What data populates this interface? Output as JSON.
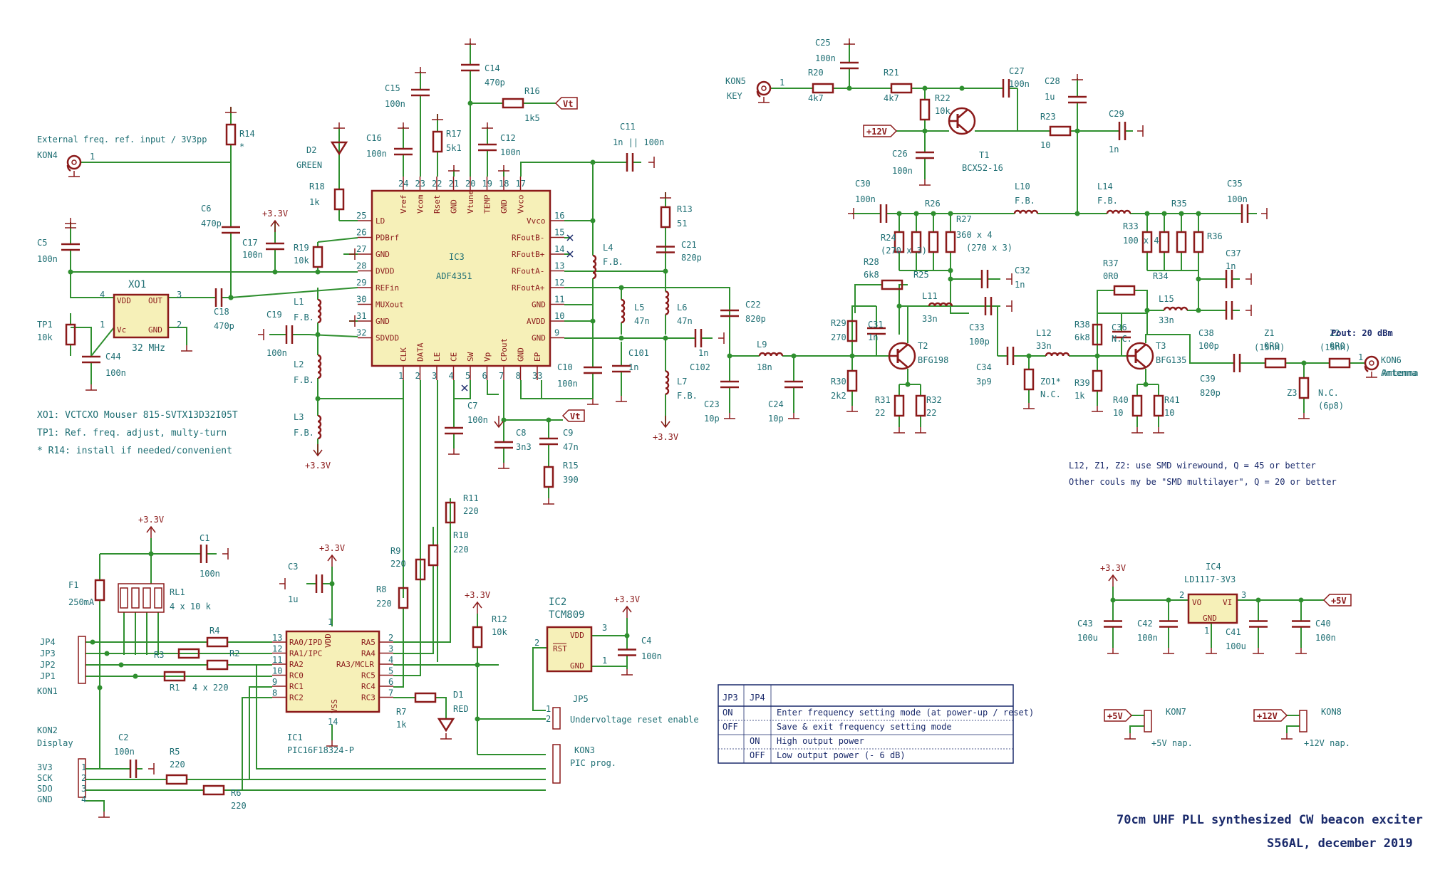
{
  "title": {
    "line1": "70cm UHF PLL synthesized CW beacon exciter",
    "line2": "S56AL, december 2019"
  },
  "notes": {
    "ext_ref": "External freq. ref. input / 3V3pp",
    "xo1": "XO1: VCTCXO Mouser 815-SVTX13D32I05T",
    "tp1": "TP1: Ref. freq. adjust, multy-turn",
    "r14": "* R14: install if needed/convenient",
    "l12": "L12, Z1, Z2: use SMD wirewound, Q = 45 or better",
    "other": "Other couls my be \"SMD multilayer\", Q = 20 or better",
    "pout": "Pout: 20 dBm",
    "nap5": "+5V nap.",
    "nap12": "+12V nap.",
    "undervolt": "Undervoltage reset enable",
    "picprog": "PIC prog.",
    "antenna": "Antenna",
    "key": "KEY",
    "display": "Display"
  },
  "ic3": {
    "ref": "IC3",
    "name": "ADF4351",
    "top_pins": [
      {
        "n": "24",
        "l": "Vref"
      },
      {
        "n": "23",
        "l": "Vcom"
      },
      {
        "n": "22",
        "l": "Rset"
      },
      {
        "n": "21",
        "l": "GND"
      },
      {
        "n": "20",
        "l": "Vtune"
      },
      {
        "n": "19",
        "l": "TEMP"
      },
      {
        "n": "18",
        "l": "GND"
      },
      {
        "n": "17",
        "l": "Vvco"
      }
    ],
    "left_pins": [
      {
        "n": "25",
        "l": "LD"
      },
      {
        "n": "26",
        "l": "PDBrf"
      },
      {
        "n": "27",
        "l": "GND"
      },
      {
        "n": "28",
        "l": "DVDD"
      },
      {
        "n": "29",
        "l": "REFin"
      },
      {
        "n": "30",
        "l": "MUXout"
      },
      {
        "n": "31",
        "l": "GND"
      },
      {
        "n": "32",
        "l": "SDVDD"
      }
    ],
    "right_pins": [
      {
        "n": "16",
        "l": "Vvco"
      },
      {
        "n": "15",
        "l": "RFoutB-"
      },
      {
        "n": "14",
        "l": "RFoutB+"
      },
      {
        "n": "13",
        "l": "RFoutA-"
      },
      {
        "n": "12",
        "l": "RFoutA+"
      },
      {
        "n": "11",
        "l": "GND"
      },
      {
        "n": "10",
        "l": "AVDD"
      },
      {
        "n": "9",
        "l": "GND"
      }
    ],
    "bottom_pins": [
      {
        "n": "1",
        "l": "CLK"
      },
      {
        "n": "2",
        "l": "DATA"
      },
      {
        "n": "3",
        "l": "LE"
      },
      {
        "n": "4",
        "l": "CE"
      },
      {
        "n": "5",
        "l": "SW"
      },
      {
        "n": "6",
        "l": "Vp"
      },
      {
        "n": "7",
        "l": "CPout"
      },
      {
        "n": "8",
        "l": "GND"
      },
      {
        "n": "33",
        "l": "EP"
      }
    ]
  },
  "ic1": {
    "ref": "IC1",
    "name": "PIC16F18324-P",
    "left_pins": [
      {
        "n": "13",
        "l": "RA0/IPD"
      },
      {
        "n": "12",
        "l": "RA1/IPC"
      },
      {
        "n": "11",
        "l": "RA2"
      },
      {
        "n": "10",
        "l": "RC0"
      },
      {
        "n": "9",
        "l": "RC1"
      },
      {
        "n": "8",
        "l": "RC2"
      }
    ],
    "right_pins": [
      {
        "n": "2",
        "l": "RA5"
      },
      {
        "n": "3",
        "l": "RA4"
      },
      {
        "n": "4",
        "l": "RA3/MCLR"
      },
      {
        "n": "5",
        "l": "RC5"
      },
      {
        "n": "6",
        "l": "RC4"
      },
      {
        "n": "7",
        "l": "RC3"
      }
    ],
    "vdd": "VDD",
    "vss": "VSS",
    "vdd_n": "1",
    "vss_n": "14"
  },
  "ic2": {
    "ref": "IC2",
    "name": "TCM809",
    "vdd": "VDD",
    "rst": "RST",
    "gnd": "GND",
    "p3": "3",
    "p2": "2",
    "p1": "1"
  },
  "ic4": {
    "ref": "IC4",
    "name": "LD1117-3V3",
    "vo": "VO",
    "vi": "VI",
    "gnd": "GND",
    "p2": "2",
    "p3": "3",
    "p1": "1"
  },
  "xo1": {
    "ref": "XO1",
    "freq": "32 MHz",
    "vdd": "VDD",
    "out": "OUT",
    "vc": "Vc",
    "gnd": "GND",
    "p4": "4",
    "p3": "3",
    "p1": "1",
    "p2": "2"
  },
  "parts": [
    {
      "id": "C25",
      "ref": "C25",
      "val": "100n"
    },
    {
      "id": "R20",
      "ref": "R20",
      "val": "4k7"
    },
    {
      "id": "R21",
      "ref": "R21",
      "val": "4k7"
    },
    {
      "id": "C27",
      "ref": "C27",
      "val": "100n"
    },
    {
      "id": "C28",
      "ref": "C28",
      "val": "1u"
    },
    {
      "id": "R22",
      "ref": "R22",
      "val": "10k"
    },
    {
      "id": "T1",
      "ref": "T1",
      "val": "BCX52-16"
    },
    {
      "id": "R23",
      "ref": "R23",
      "val": "10"
    },
    {
      "id": "C29",
      "ref": "C29",
      "val": "1n"
    },
    {
      "id": "C26",
      "ref": "C26",
      "val": "100n"
    },
    {
      "id": "KON5",
      "ref": "KON5",
      "val": "KEY"
    },
    {
      "id": "C14",
      "ref": "C14",
      "val": "470p"
    },
    {
      "id": "R16",
      "ref": "R16",
      "val": "1k5"
    },
    {
      "id": "C15",
      "ref": "C15",
      "val": "100n"
    },
    {
      "id": "C16",
      "ref": "C16",
      "val": "100n"
    },
    {
      "id": "R17",
      "ref": "R17",
      "val": "5k1"
    },
    {
      "id": "C12",
      "ref": "C12",
      "val": "100n"
    },
    {
      "id": "C11",
      "ref": "C11",
      "val": "1n || 100n"
    },
    {
      "id": "R14",
      "ref": "R14",
      "val": "*"
    },
    {
      "id": "D2",
      "ref": "D2",
      "val": "GREEN"
    },
    {
      "id": "R18",
      "ref": "R18",
      "val": "1k"
    },
    {
      "id": "C6",
      "ref": "C6",
      "val": "470p"
    },
    {
      "id": "C5",
      "ref": "C5",
      "val": "100n"
    },
    {
      "id": "C17",
      "ref": "C17",
      "val": "100n"
    },
    {
      "id": "R19",
      "ref": "R19",
      "val": "10k"
    },
    {
      "id": "C18",
      "ref": "C18",
      "val": "470p"
    },
    {
      "id": "L1",
      "ref": "L1",
      "val": "F.B."
    },
    {
      "id": "C19",
      "ref": "C19",
      "val": "100n"
    },
    {
      "id": "L2",
      "ref": "L2",
      "val": "F.B."
    },
    {
      "id": "L3",
      "ref": "L3",
      "val": "F.B."
    },
    {
      "id": "TP1",
      "ref": "TP1",
      "val": "10k"
    },
    {
      "id": "C44",
      "ref": "C44",
      "val": "100n"
    },
    {
      "id": "L4",
      "ref": "L4",
      "val": "F.B."
    },
    {
      "id": "R13",
      "ref": "R13",
      "val": "51"
    },
    {
      "id": "C21",
      "ref": "C21",
      "val": "820p"
    },
    {
      "id": "L5",
      "ref": "L5",
      "val": "47n"
    },
    {
      "id": "L6",
      "ref": "L6",
      "val": "47n"
    },
    {
      "id": "C22",
      "ref": "C22",
      "val": "820p"
    },
    {
      "id": "C101",
      "ref": "C101",
      "val": "1n"
    },
    {
      "id": "C102",
      "ref": "C102",
      "val": "1n"
    },
    {
      "id": "C10",
      "ref": "C10",
      "val": "100n"
    },
    {
      "id": "L7",
      "ref": "L7",
      "val": "F.B."
    },
    {
      "id": "C7",
      "ref": "C7",
      "val": "100n"
    },
    {
      "id": "C8",
      "ref": "C8",
      "val": "3n3"
    },
    {
      "id": "C9",
      "ref": "C9",
      "val": "47n"
    },
    {
      "id": "R15",
      "ref": "R15",
      "val": "390"
    },
    {
      "id": "L8",
      "ref": "L9",
      "val": "18n"
    },
    {
      "id": "C23",
      "ref": "C23",
      "val": "10p"
    },
    {
      "id": "C24",
      "ref": "C24",
      "val": "10p"
    },
    {
      "id": "C30",
      "ref": "C30",
      "val": "100n"
    },
    {
      "id": "R26",
      "ref": "R26",
      "val": ""
    },
    {
      "id": "R27",
      "ref": "R27",
      "val": "360 x 4"
    },
    {
      "id": "R24",
      "ref": "R24",
      "val": "(270 x 3)"
    },
    {
      "id": "R25",
      "ref": "R25",
      "val": ""
    },
    {
      "id": "L10",
      "ref": "L10",
      "val": "F.B."
    },
    {
      "id": "C32",
      "ref": "C32",
      "val": "1n"
    },
    {
      "id": "R28",
      "ref": "R28",
      "val": "6k8"
    },
    {
      "id": "L11",
      "ref": "L11",
      "val": "33n"
    },
    {
      "id": "C33",
      "ref": "C33",
      "val": "100p"
    },
    {
      "id": "R29",
      "ref": "R29",
      "val": "270"
    },
    {
      "id": "C31",
      "ref": "C31",
      "val": "1n"
    },
    {
      "id": "T2",
      "ref": "T2",
      "val": "BFG198"
    },
    {
      "id": "R30",
      "ref": "R30",
      "val": "2k2"
    },
    {
      "id": "R31",
      "ref": "R31",
      "val": "22"
    },
    {
      "id": "R32",
      "ref": "R32",
      "val": "22"
    },
    {
      "id": "C34",
      "ref": "C34",
      "val": "3p9"
    },
    {
      "id": "L12",
      "ref": "L12",
      "val": "33n"
    },
    {
      "id": "ZO1",
      "ref": "ZO1*",
      "val": "N.C."
    },
    {
      "id": "L14",
      "ref": "L14",
      "val": "F.B."
    },
    {
      "id": "R35",
      "ref": "R35",
      "val": ""
    },
    {
      "id": "C35",
      "ref": "C35",
      "val": "100n"
    },
    {
      "id": "R33",
      "ref": "R33",
      "val": "100 x 4"
    },
    {
      "id": "R36",
      "ref": "R36",
      "val": ""
    },
    {
      "id": "R34",
      "ref": "R34",
      "val": ""
    },
    {
      "id": "C37",
      "ref": "C37",
      "val": "1n"
    },
    {
      "id": "R37",
      "ref": "R37",
      "val": "0R0"
    },
    {
      "id": "L15",
      "ref": "L15",
      "val": "33n"
    },
    {
      "id": "C38",
      "ref": "C38",
      "val": "100p"
    },
    {
      "id": "R38",
      "ref": "R38",
      "val": "6k8"
    },
    {
      "id": "C36",
      "ref": "C36",
      "val": "N.C."
    },
    {
      "id": "T3",
      "ref": "T3",
      "val": "BFG135"
    },
    {
      "id": "R39",
      "ref": "R39",
      "val": "1k"
    },
    {
      "id": "R40",
      "ref": "R40",
      "val": "10"
    },
    {
      "id": "R41",
      "ref": "R41",
      "val": "10"
    },
    {
      "id": "C39",
      "ref": "C39",
      "val": "820p"
    },
    {
      "id": "Z1",
      "ref": "Z1",
      "val": "0R0"
    },
    {
      "id": "Z1b",
      "ref": "",
      "val": "(15nH)"
    },
    {
      "id": "Z2",
      "ref": "Z2",
      "val": "0R0"
    },
    {
      "id": "Z2b",
      "ref": "",
      "val": "(15nH)"
    },
    {
      "id": "Z3",
      "ref": "Z3",
      "val": "N.C."
    },
    {
      "id": "Z3b",
      "ref": "",
      "val": "(6p8)"
    },
    {
      "id": "KON6",
      "ref": "KON6",
      "val": "Antenna"
    },
    {
      "id": "C1",
      "ref": "C1",
      "val": "100n"
    },
    {
      "id": "F1",
      "ref": "F1",
      "val": "250mA"
    },
    {
      "id": "RL1",
      "ref": "RL1",
      "val": "4 x 10 k"
    },
    {
      "id": "C3",
      "ref": "C3",
      "val": "1u"
    },
    {
      "id": "R4",
      "ref": "R4",
      "val": ""
    },
    {
      "id": "R3",
      "ref": "R3",
      "val": ""
    },
    {
      "id": "R2",
      "ref": "R2",
      "val": ""
    },
    {
      "id": "R1",
      "ref": "R1",
      "val": "4 x 220"
    },
    {
      "id": "R9",
      "ref": "R9",
      "val": "220"
    },
    {
      "id": "R8",
      "ref": "R8",
      "val": "220"
    },
    {
      "id": "R10",
      "ref": "R10",
      "val": "220"
    },
    {
      "id": "R11",
      "ref": "R11",
      "val": "220"
    },
    {
      "id": "R12",
      "ref": "R12",
      "val": "10k"
    },
    {
      "id": "C4",
      "ref": "C4",
      "val": "100n"
    },
    {
      "id": "R7",
      "ref": "R7",
      "val": "1k"
    },
    {
      "id": "D1",
      "ref": "D1",
      "val": "RED"
    },
    {
      "id": "C2",
      "ref": "C2",
      "val": "100n"
    },
    {
      "id": "R5",
      "ref": "R5",
      "val": "220"
    },
    {
      "id": "R6",
      "ref": "R6",
      "val": "220"
    },
    {
      "id": "JP5",
      "ref": "JP5",
      "val": ""
    },
    {
      "id": "KON3",
      "ref": "KON3",
      "val": ""
    },
    {
      "id": "C43",
      "ref": "C43",
      "val": "100u"
    },
    {
      "id": "C42",
      "ref": "C42",
      "val": "100n"
    },
    {
      "id": "C41",
      "ref": "C41",
      "val": "100u"
    },
    {
      "id": "C40",
      "ref": "C40",
      "val": "100n"
    },
    {
      "id": "KON7",
      "ref": "KON7",
      "val": ""
    },
    {
      "id": "KON8",
      "ref": "KON8",
      "val": ""
    }
  ],
  "power": {
    "v33": "+3.3V",
    "v12": "+12V",
    "v5": "+5V",
    "vt": "Vt"
  },
  "jumpers": {
    "kon4": "KON4",
    "kon1": "KON1",
    "kon2": "KON2",
    "jp": [
      "JP4",
      "JP3",
      "JP2",
      "JP1"
    ],
    "disp_pins": [
      "3V3",
      "SCK",
      "SDO",
      "GND"
    ]
  },
  "table": {
    "head": [
      "JP3",
      "JP4",
      ""
    ],
    "rows": [
      [
        "ON",
        "",
        "Enter frequency setting mode (at power-up / reset)"
      ],
      [
        "OFF",
        "",
        "Save & exit frequency setting mode"
      ],
      [
        "",
        "ON",
        "High output power"
      ],
      [
        "",
        "OFF",
        "Low output power (- 6 dB)"
      ]
    ]
  }
}
